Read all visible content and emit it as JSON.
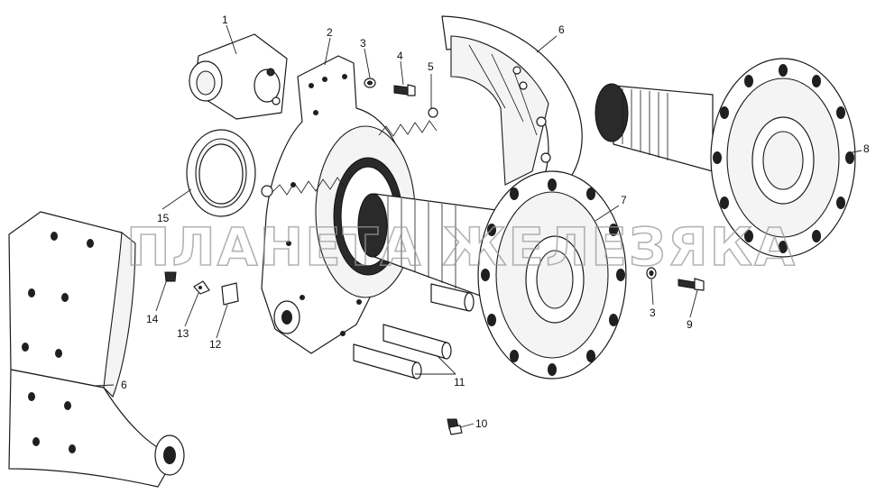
{
  "watermark": "ПЛАНЕТА ЖЕЛЕЗЯКА",
  "callouts": [
    "1",
    "2",
    "3",
    "4",
    "5",
    "6",
    "6",
    "7",
    "8",
    "15",
    "14",
    "13",
    "12",
    "3",
    "9",
    "11",
    "10"
  ],
  "colors": {
    "line": "#1a1a1a",
    "watermark": "#9a9a9a",
    "background": "#ffffff"
  }
}
